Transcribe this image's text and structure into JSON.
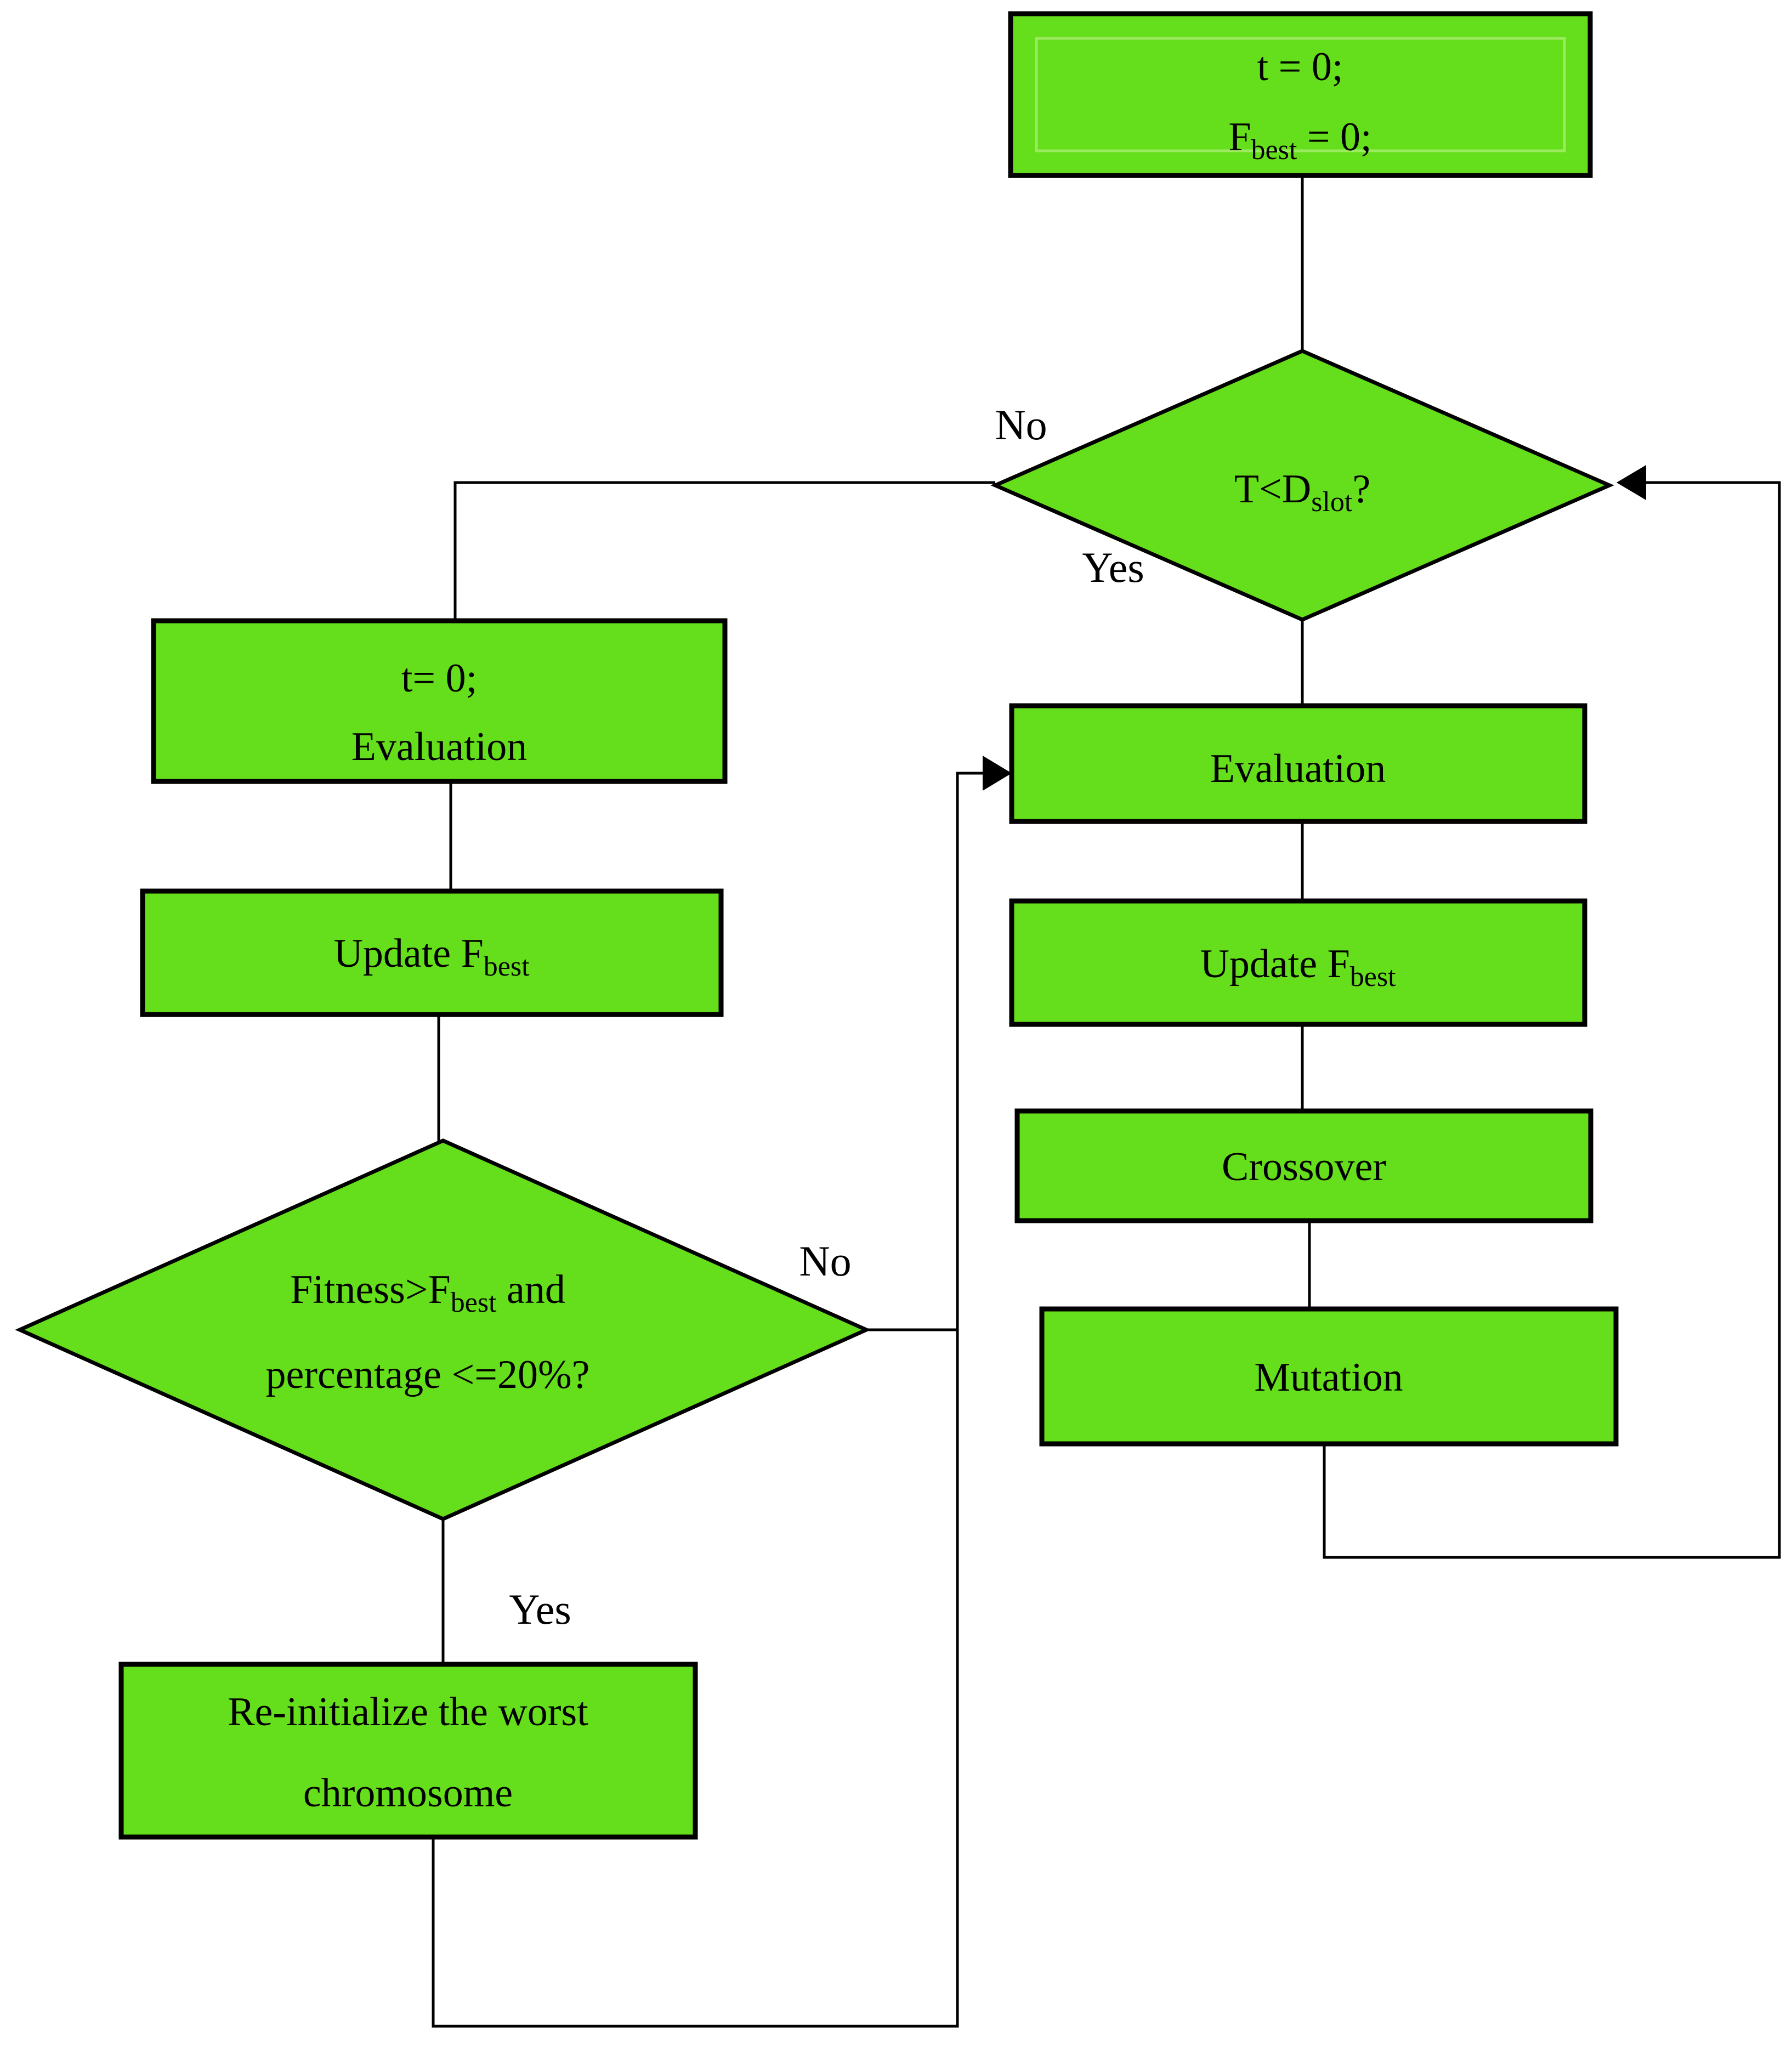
{
  "diagram": {
    "background": "#ffffff",
    "colors": {
      "node_fill": "#65DE1B",
      "node_stroke": "#000000",
      "inner_highlight": "#9BEB5F",
      "connector": "#000000",
      "text": "#000000",
      "background": "#ffffff"
    },
    "nodes": {
      "start": {
        "line1": "t = 0;",
        "line2_pre": "F",
        "line2_sub": "best",
        "line2_post": " = 0;"
      },
      "loop_check": {
        "pre": "T<D",
        "sub": "slot",
        "post": "?"
      },
      "init_left": {
        "line1": "t= 0;",
        "line2": "Evaluation"
      },
      "update_left": {
        "pre": "Update F",
        "sub": "best"
      },
      "fitness_check": {
        "line1_pre": "Fitness>F",
        "line1_sub": "best",
        "line1_post": " and",
        "line2": "percentage <=20%?"
      },
      "reinit": {
        "line1": "Re-initialize the worst",
        "line2": "chromosome"
      },
      "evaluation": {
        "label": "Evaluation"
      },
      "update_right": {
        "pre": "Update F",
        "sub": "best"
      },
      "crossover": {
        "label": "Crossover"
      },
      "mutation": {
        "label": "Mutation"
      }
    },
    "edge_labels": {
      "no_top": "No",
      "yes_top": "Yes",
      "no_mid": "No",
      "yes_mid": "Yes"
    }
  }
}
